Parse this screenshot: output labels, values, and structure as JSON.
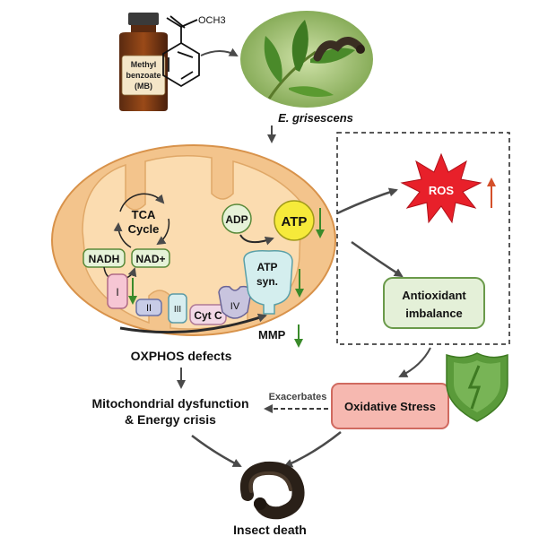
{
  "chemical": {
    "bottle_label_line1": "Methyl",
    "bottle_label_line2": "benzoate",
    "bottle_label_line3": "(MB)",
    "group_label": "OCH3"
  },
  "insect": {
    "species": "E. grisescens"
  },
  "mitochondrion": {
    "tca_line1": "TCA",
    "tca_line2": "Cycle",
    "nadh": "NADH",
    "nad_plus": "NAD+",
    "adp": "ADP",
    "atp": "ATP",
    "atp_syn_line1": "ATP",
    "atp_syn_line2": "syn.",
    "complex_1": "I",
    "complex_2": "II",
    "complex_3": "III",
    "complex_4": "IV",
    "cyt_c": "Cyt C",
    "mmp": "MMP"
  },
  "stress": {
    "ros": "ROS",
    "antioxidant_line1": "Antioxidant",
    "antioxidant_line2": "imbalance",
    "oxidative_stress": "Oxidative Stress",
    "exacerbates": "Exacerbates"
  },
  "outcomes": {
    "oxphos": "OXPHOS defects",
    "dysfunction_line1": "Mitochondrial dysfunction",
    "dysfunction_line2": "& Energy crisis",
    "death": "Insect death"
  },
  "colors": {
    "mito_outer": "#f3c48c",
    "mito_inner": "#fbdcb0",
    "ros_red": "#e8202a",
    "up_arrow": "#d4502a",
    "down_arrow": "#3a8a2a",
    "antioxidant_fill": "#e4f0d8",
    "oxidative_fill": "#f6b8b0",
    "shield_green": "#5a9a3a"
  }
}
